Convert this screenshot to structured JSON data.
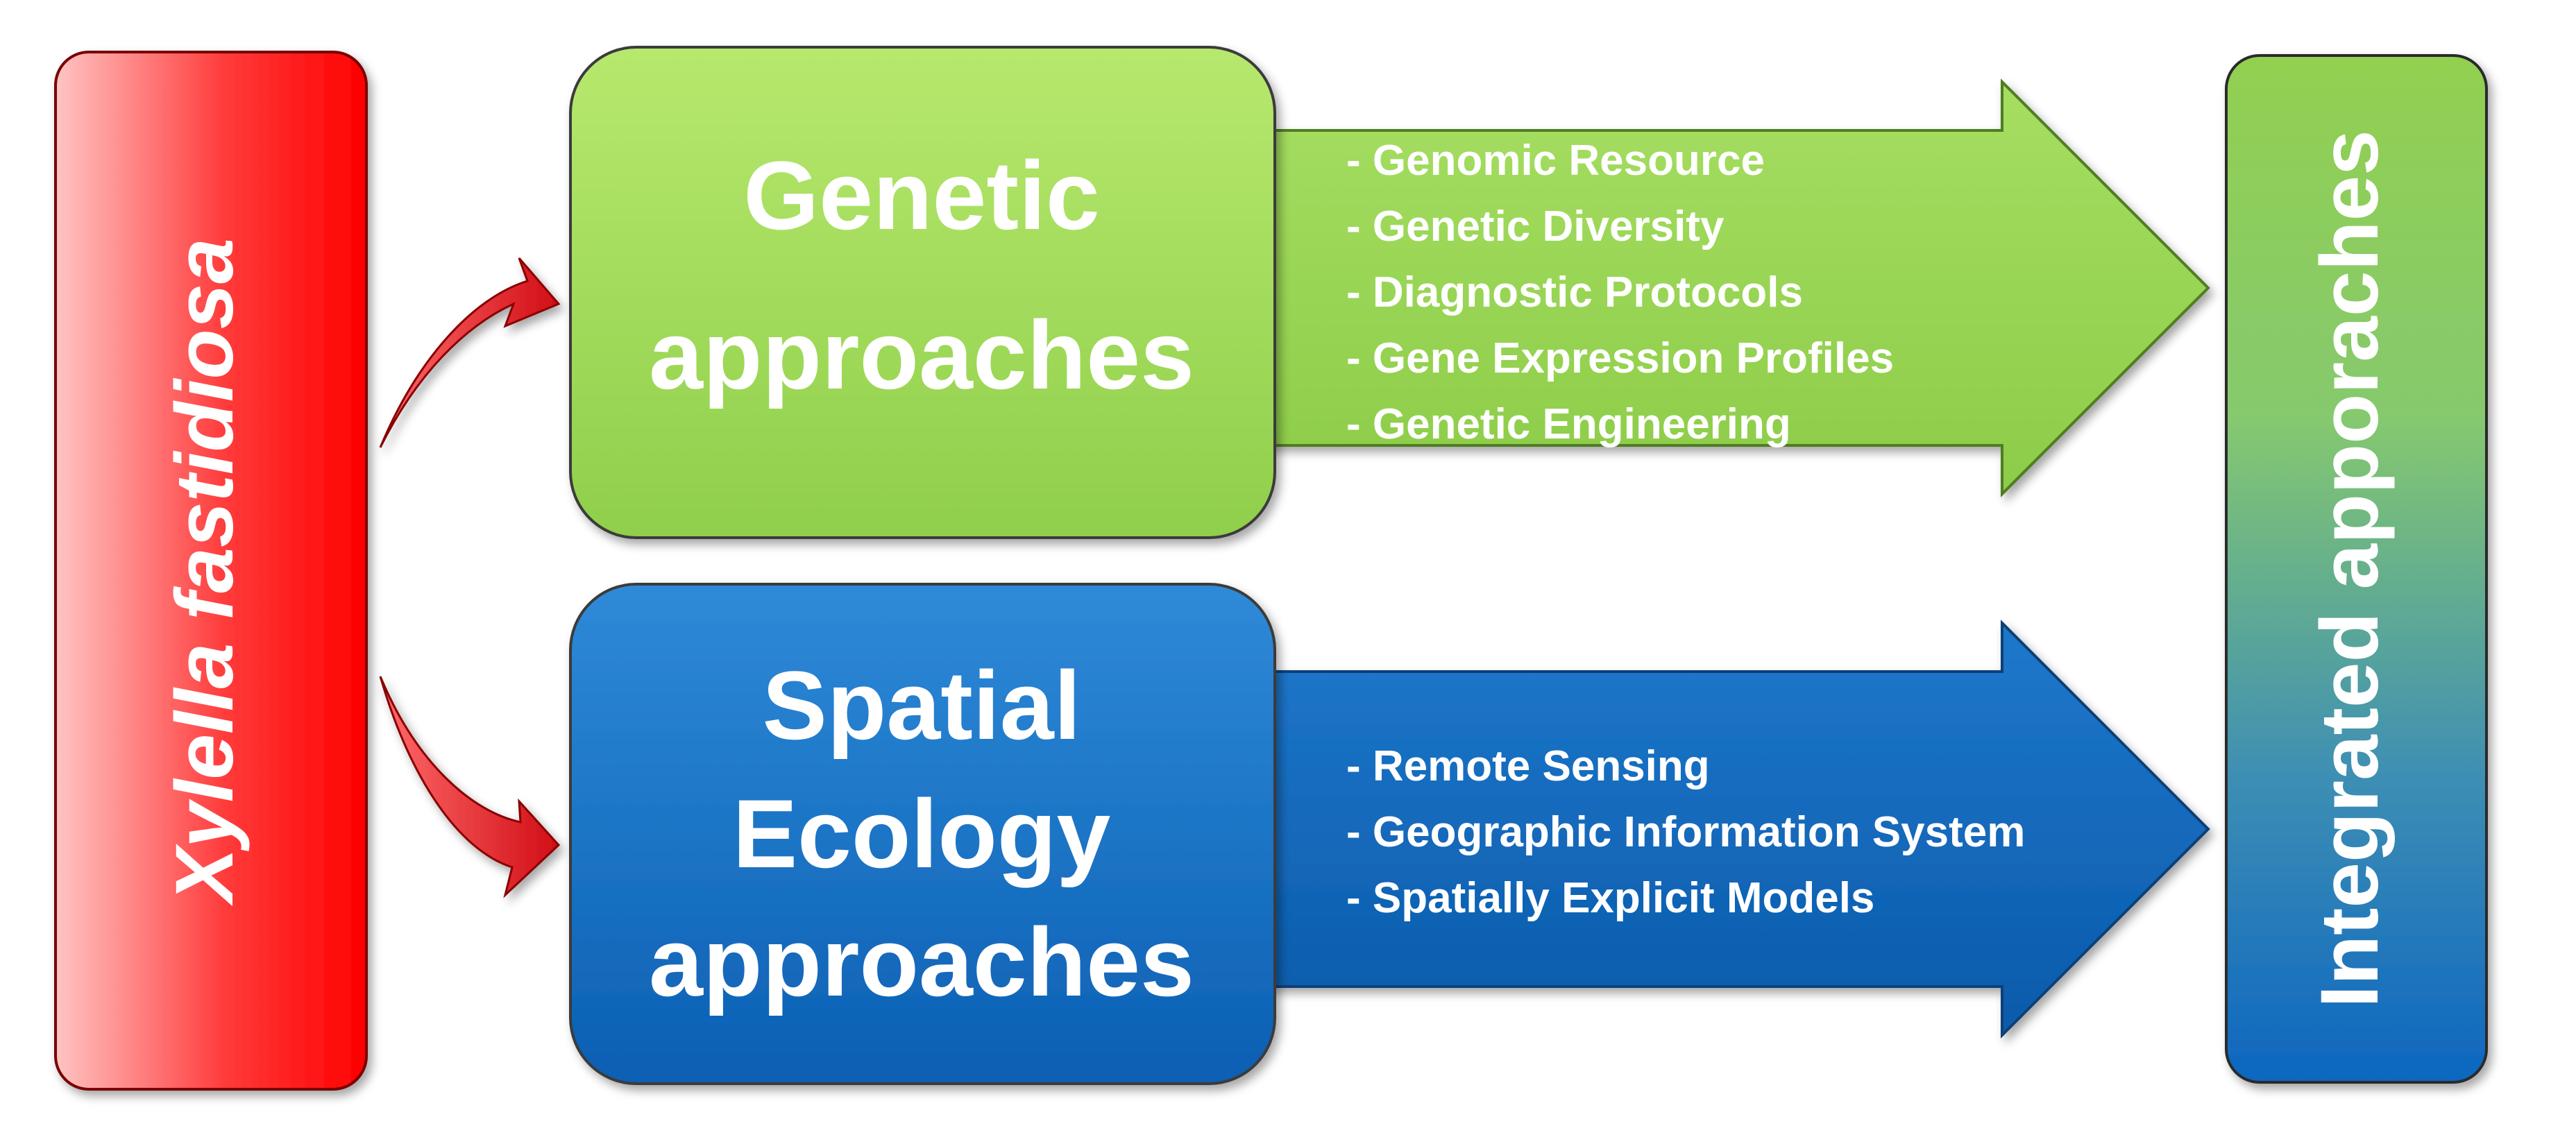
{
  "colors": {
    "red_light": "#ffc4c4",
    "red": "#ff0000",
    "green_light": "#b4e66a",
    "green": "#92d050",
    "blue_light": "#2f8ad8",
    "blue": "#0b63b8",
    "integrated_top": "#92d050",
    "integrated_bottom": "#0d66c0",
    "arrow_red": "#e4151c"
  },
  "organism": {
    "label": "Xylella fastidiosa"
  },
  "genetic": {
    "title_lines": [
      "Genetic",
      "approaches"
    ],
    "items": [
      "- Genomic Resource",
      "- Genetic Diversity",
      "- Diagnostic Protocols",
      "- Gene Expression Profiles",
      "- Genetic Engineering"
    ]
  },
  "spatial": {
    "title_lines": [
      "Spatial",
      "Ecology",
      "approaches"
    ],
    "items": [
      "- Remote Sensing",
      "- Geographic Information System",
      "- Spatially Explicit Models"
    ]
  },
  "integrated": {
    "label": "Integrated apporaches"
  }
}
